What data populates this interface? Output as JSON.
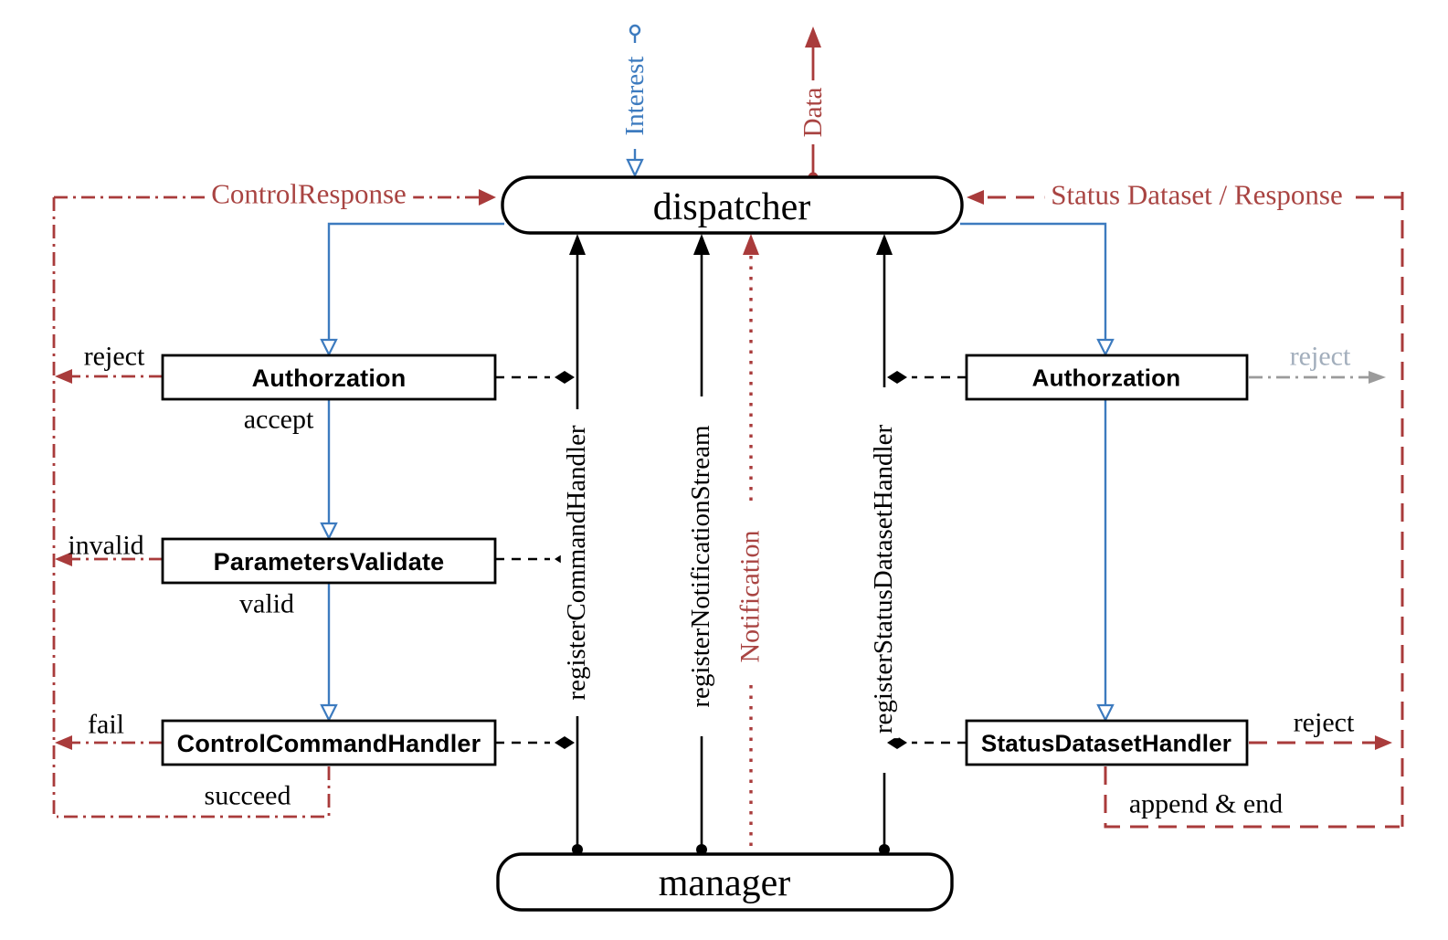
{
  "colors": {
    "blue": "#3d7bbf",
    "red": "#a93b3b",
    "redText": "#a94442",
    "gray": "#9b9b9b",
    "grayText": "#a2aebc"
  },
  "nodes": {
    "dispatcher": "dispatcher",
    "manager": "manager",
    "auth_left": "Authorzation",
    "parameters_validate": "ParametersValidate",
    "control_command_handler": "ControlCommandHandler",
    "auth_right": "Authorzation",
    "status_dataset_handler": "StatusDatasetHandler"
  },
  "flows": {
    "interest": "Interest",
    "data": "Data",
    "control_response": "ControlResponse",
    "status_dataset_response": "Status Dataset / Response",
    "notification": "Notification",
    "register_command_handler": "registerCommandHandler",
    "register_notification_stream": "registerNotificationStream",
    "register_status_dataset_handler": "registerStatusDatasetHandler"
  },
  "outcomes": {
    "reject_left": "reject",
    "accept": "accept",
    "invalid": "invalid",
    "valid": "valid",
    "fail": "fail",
    "succeed": "succeed",
    "reject_right_top": "reject",
    "reject_right_bottom": "reject",
    "append_end": "append & end"
  }
}
